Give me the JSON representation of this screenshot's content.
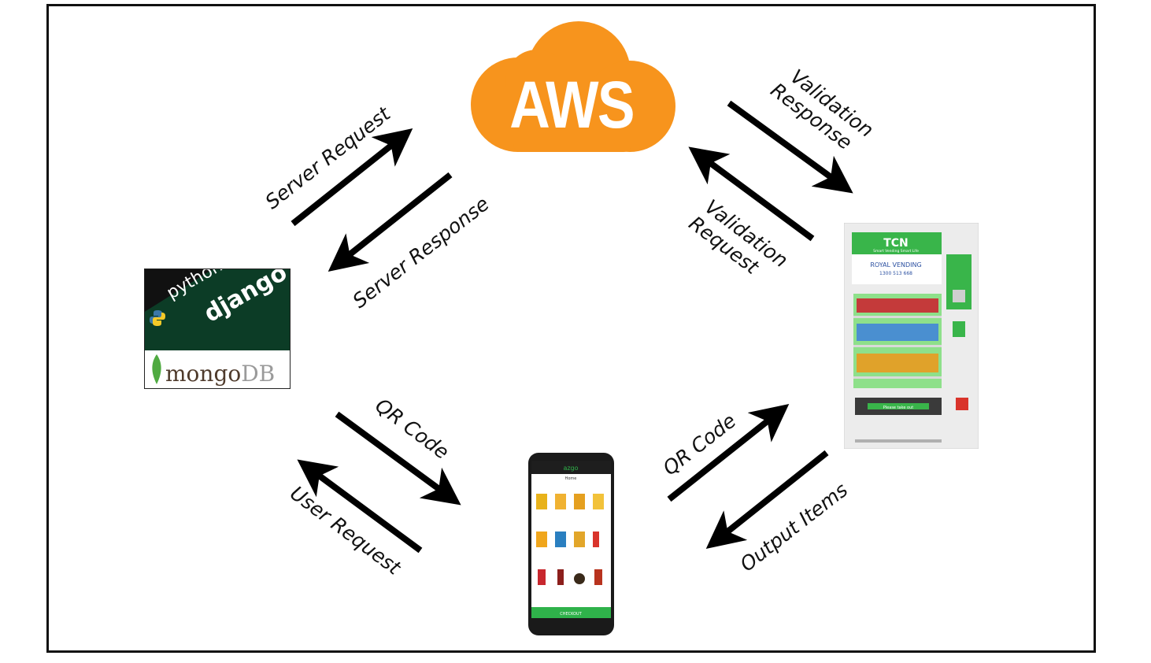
{
  "nodes": {
    "cloud": {
      "text": "AWS",
      "color": "#f7941d"
    },
    "backend": {
      "python": "python",
      "django": "django",
      "mongo_a": "mongo",
      "mongo_b": "DB"
    },
    "phone": {
      "app_name": "azgo",
      "screen_title": "Home",
      "checkout": "CHECKOUT"
    },
    "vending": {
      "brand": "TCN",
      "tagline": "Smart Vending Smart Life",
      "company": "ROYAL VENDING",
      "phone": "1300 513 668",
      "pickup": "Please take out"
    }
  },
  "edges": {
    "server_request": "Server Request",
    "server_response": "Server Response",
    "validation_response_1": "Validation",
    "validation_response_2": "Response",
    "validation_request_1": "Validation",
    "validation_request_2": "Request",
    "qr_code_left": "QR Code",
    "user_request": "User Request",
    "qr_code_right": "QR Code",
    "output_items": "Output Items"
  },
  "colors": {
    "arrow": "#000000",
    "aws_orange": "#f7941d",
    "django_green": "#0c3c26",
    "phone_green": "#2fb24a",
    "vend_green": "#39b54a"
  }
}
